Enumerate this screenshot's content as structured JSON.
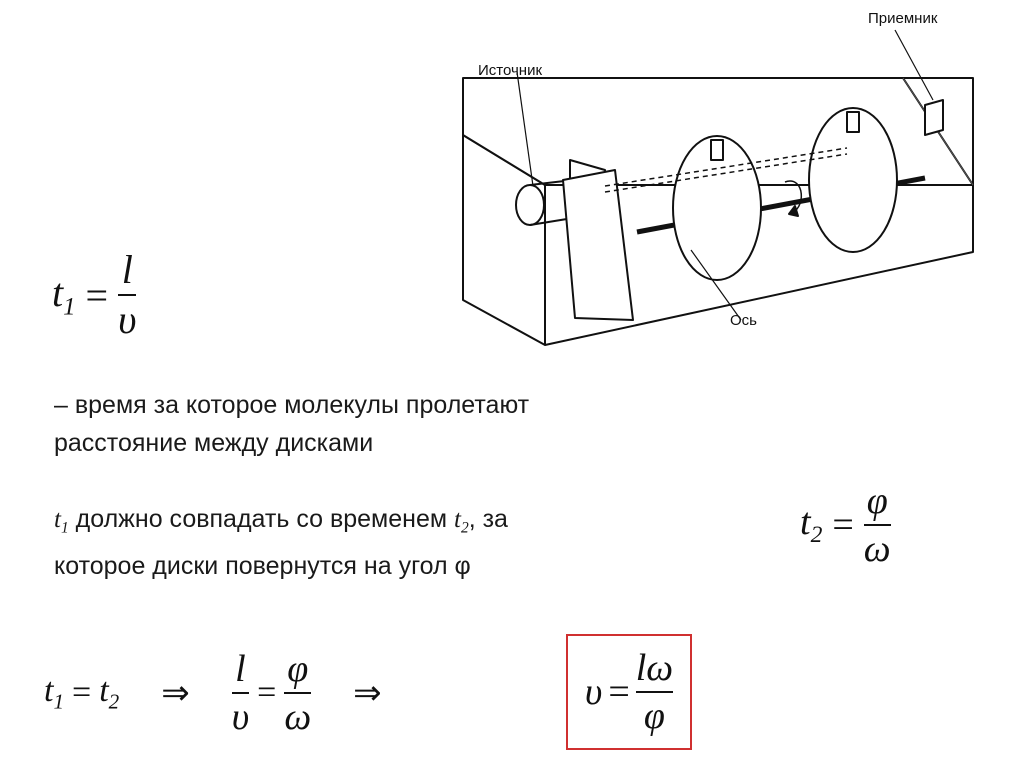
{
  "diagram": {
    "label_source": "Источник",
    "label_receiver": "Приемник",
    "label_axis": "Ось"
  },
  "formula_t1": {
    "lhs": "t",
    "lhs_sub": "1",
    "eq": "=",
    "num": "l",
    "den": "υ"
  },
  "text_line1": "– время за которое молекулы пролетают",
  "text_line2": "расстояние между дисками",
  "para2": {
    "t1": "t",
    "t1_sub": "1",
    "mid": " должно совпадать со временем ",
    "t2": "t",
    "t2_sub": "2",
    "end": ", за",
    "line2": "которое диски повернутся на угол φ"
  },
  "formula_t2": {
    "lhs": "t",
    "lhs_sub": "2",
    "eq": "=",
    "num": "φ",
    "den": "ω"
  },
  "bottom": {
    "a": "t",
    "a_sub": "1",
    "eq1": "=",
    "b": "t",
    "b_sub": "2",
    "arrow1": "⇒",
    "f1_num": "l",
    "f1_den": "υ",
    "eq2": "=",
    "f2_num": "φ",
    "f2_den": "ω",
    "arrow2": "⇒"
  },
  "result": {
    "lhs": "υ",
    "eq": "=",
    "num": "lω",
    "den": "φ",
    "border_color": "#d03030"
  }
}
